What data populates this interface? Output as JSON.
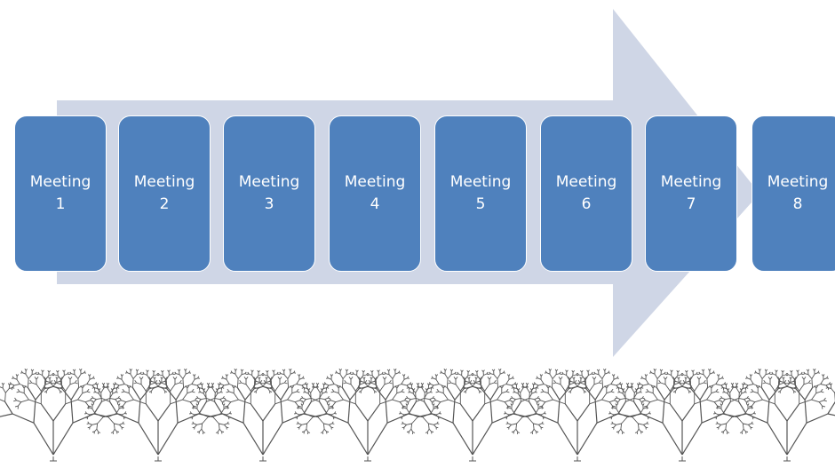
{
  "colors": {
    "arrow": "#cfd6e6",
    "box": "#4f81bd",
    "box_text": "#ffffff",
    "tree_stroke": "#555555"
  },
  "meetings": [
    {
      "label": "Meeting",
      "number": "1"
    },
    {
      "label": "Meeting",
      "number": "2"
    },
    {
      "label": "Meeting",
      "number": "3"
    },
    {
      "label": "Meeting",
      "number": "4"
    },
    {
      "label": "Meeting",
      "number": "5"
    },
    {
      "label": "Meeting",
      "number": "6"
    },
    {
      "label": "Meeting",
      "number": "7"
    },
    {
      "label": "Meeting",
      "number": "8"
    }
  ],
  "tree_icon": "fractal-tree-icon"
}
